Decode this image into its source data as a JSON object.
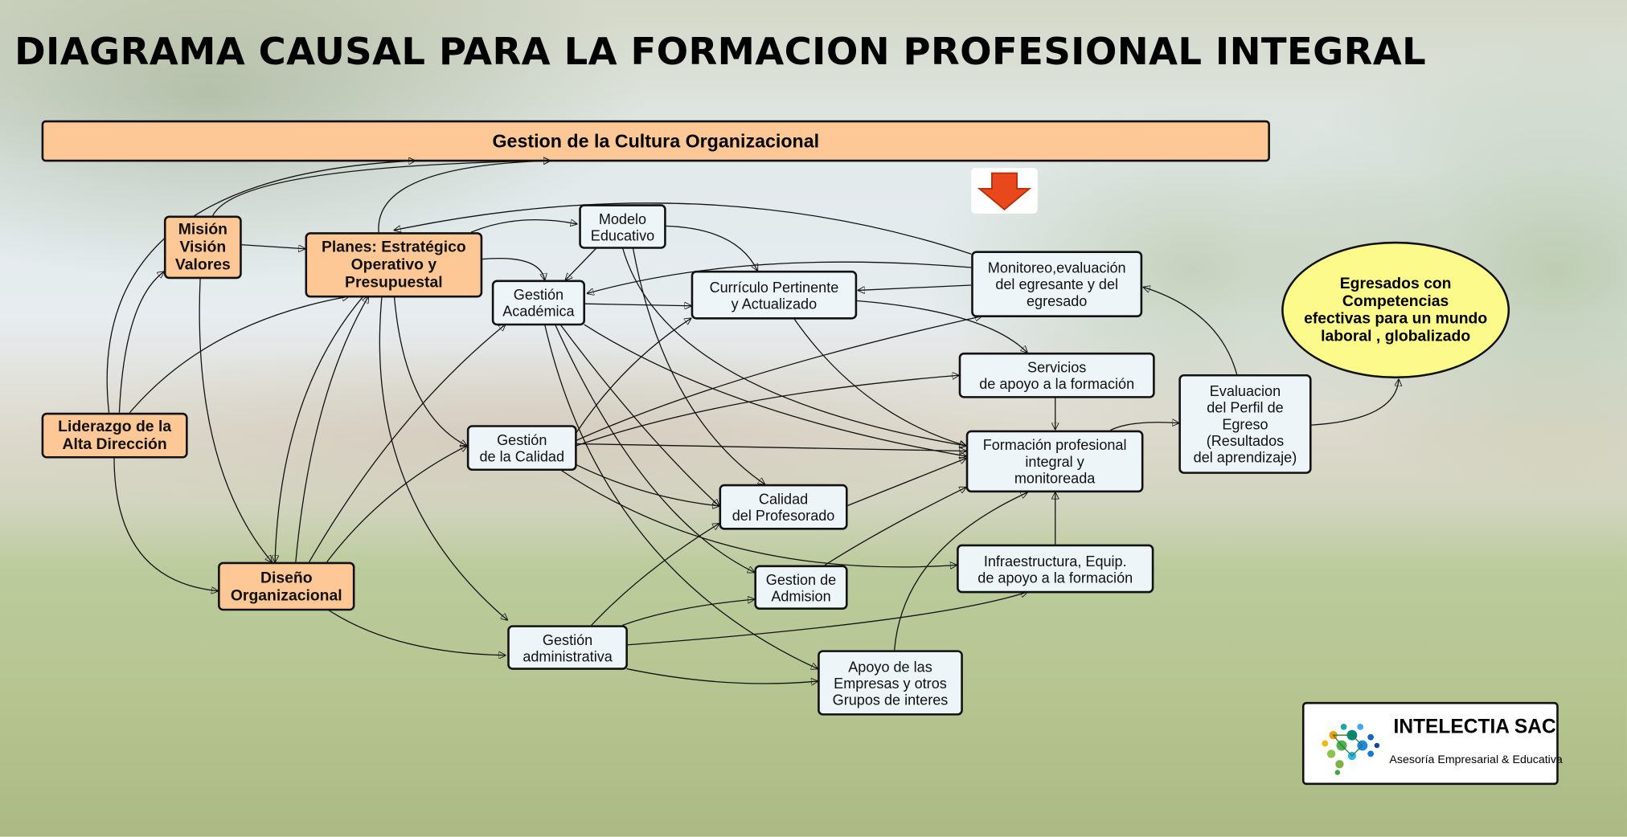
{
  "title": "DIAGRAMA CAUSAL PARA LA FORMACION PROFESIONAL INTEGRAL",
  "banner": "Gestion de la Cultura Organizacional",
  "nodes": {
    "mision": "Misión\nVisión\nValores",
    "planes": "Planes: Estratégico\nOperativo y\nPresupuestal",
    "liderazgo": "Liderazgo de la\nAlta Dirección",
    "diseno": "Diseño\nOrganizacional",
    "modelo": "Modelo\nEducativo",
    "academica": "Gestión\nAcadémica",
    "curriculo": "Currículo Pertinente\ny Actualizado",
    "monitoreo": "Monitoreo,evaluación\ndel egresante y del\negresado",
    "servicios": "Servicios\nde apoyo a la formación",
    "evaluacion": "Evaluacion\ndel Perfil de\nEgreso\n(Resultados\ndel aprendizaje)",
    "calidad": "Gestión\nde la Calidad",
    "formacion": "Formación profesional\nintegral y\nmonitoreada",
    "profesorado": "Calidad\ndel Profesorado",
    "admision": "Gestion de\nAdmision",
    "infraestructura": "Infraestructura, Equip.\nde apoyo a la formación",
    "administrativa": "Gestión\nadministrativa",
    "apoyo": "Apoyo de las\nEmpresas y otros\nGrupos de interes",
    "egresados": "Egresados con\nCompetencias\nefectivas para un mundo\nlaboral , globalizado"
  },
  "logo": {
    "name": "INTELECTIA SAC",
    "tagline": "Asesoría Empresarial & Educativa"
  },
  "colors": {
    "org_node": "#fdc895",
    "process_node": "#eef5f8",
    "outcome": "#fdfa8c",
    "arrow_icon": "#e8481c"
  }
}
